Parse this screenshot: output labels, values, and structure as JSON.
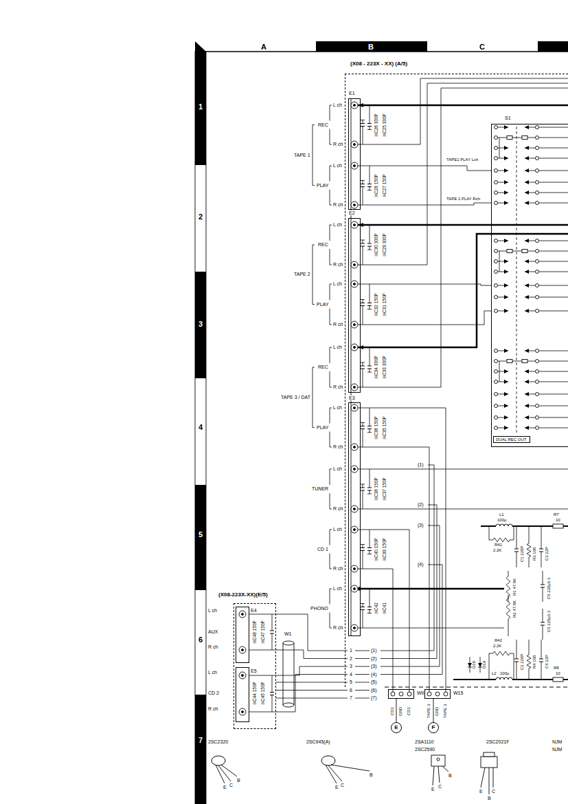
{
  "diagram": {
    "nodes": [
      {
        "text": [
          "(X08 - 223X - XX) (A/5)"
        ]
      },
      {
        "text": [
          "E1"
        ],
        "in": 0
      },
      {
        "text": [
          "E2"
        ],
        "in": 0
      },
      {
        "text": [
          "E3"
        ],
        "in": 0
      },
      {
        "text": [
          "S1"
        ],
        "in": 0
      },
      {
        "text": [
          "DUAL REC OUT"
        ],
        "in": 4
      },
      {
        "text": [
          "(X08-223X-XX)(E/5)"
        ]
      },
      {
        "text": [
          "E4"
        ],
        "in": 6
      },
      {
        "text": [
          "E5"
        ],
        "in": 6
      },
      {
        "text": [
          "W9"
        ]
      },
      {
        "text": [
          "W15"
        ]
      },
      {
        "text": [
          "E"
        ]
      },
      {
        "text": [
          "F"
        ]
      }
    ],
    "edges": [
      {
        "from": 9,
        "to": 11,
        "arrow": "none"
      },
      {
        "from": 10,
        "to": 12,
        "arrow": "none"
      }
    ],
    "labels": [
      "A",
      "B",
      "C",
      "1",
      "2",
      "3",
      "4",
      "5",
      "6",
      "7",
      "TAPE 1",
      "TAPE 2",
      "TAPE 3 / DAT",
      "REC",
      "PLAY",
      "REC",
      "PLAY",
      "REC",
      "PLAY",
      "TUNER",
      "CD 1",
      "PHONO",
      "L ch",
      "R ch",
      "L ch",
      "R ch",
      "L ch",
      "R ch",
      "L ch",
      "R ch",
      "L ch",
      "R ch",
      "L ch",
      "R ch",
      "L ch",
      "R ch",
      "L ch",
      "R ch",
      "L ch",
      "R ch",
      "TAPE1 PLAY Lch",
      "TAPE 1 PLAY Rch",
      "※C25 330P",
      "※C26 330P",
      "※C27 150P",
      "※C28 150P",
      "※C29 330P",
      "※C30 330P",
      "※C31 150P",
      "※C32 150P",
      "※C33 330P",
      "※C34 330P",
      "※C35 150P",
      "※C36 150P",
      "※C37 150P",
      "※C38 150P",
      "※C39 150P",
      "※C40 150P",
      "※C41",
      "※C42",
      "※C47 150P",
      "※C48 150P",
      "※C45 150P",
      "※C44 150P",
      "AUX",
      "CD 2",
      "L ch",
      "R ch",
      "L ch",
      "R ch",
      "W1",
      "1",
      "2",
      "3",
      "4",
      "5",
      "6",
      "7",
      "(1)",
      "(2)",
      "(3)",
      "(4)",
      "(5)",
      "(6)",
      "(7)",
      "(1)",
      "(2)",
      "(3)",
      "(4)",
      "L1",
      "100μ",
      "R7",
      "10",
      "R41",
      "2.2K",
      "C1 220P",
      "R3 100",
      "C3 22P",
      "R1 47.5K",
      "C5 220μ6.3",
      "R2 47.5K",
      "C6 220μ6.3",
      "R42",
      "2.2K",
      "C2 220P",
      "R4 100",
      "C4 22P",
      "L2",
      "100μ",
      "R8",
      "10",
      "D18",
      "D19",
      "CD1",
      "GND",
      "CD1",
      "TAPE 3",
      "GND",
      "TAPE 3",
      "2SC2320",
      "2SC945(A)",
      "2SA1110",
      "2SC2590",
      "2SC2021F",
      "NJM",
      "NJM",
      "E",
      "C",
      "B",
      "E",
      "C",
      "B",
      "B",
      "E",
      "C",
      "E",
      "C",
      "B"
    ]
  }
}
